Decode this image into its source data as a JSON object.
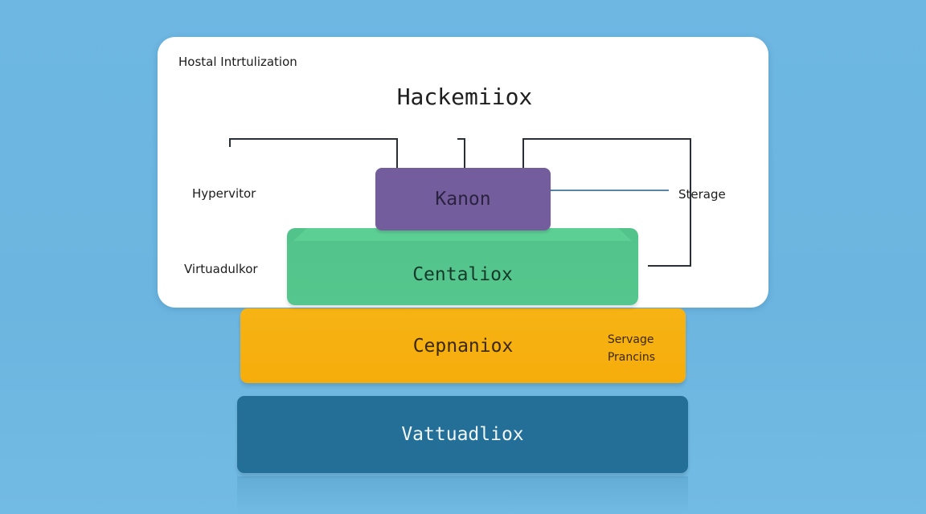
{
  "panel": {
    "caption": "Hostal Intrtulization",
    "title": "Hackemiiox"
  },
  "labels": {
    "hypervitor": "Hypervitor",
    "virtuadulkor": "Virtuadulkor",
    "storage": "Sterage"
  },
  "layers": {
    "kanon": "Kanon",
    "centaliox": "Centaliox",
    "cepnaniox": "Cepnaniox",
    "cepnaniox_note": [
      "Servage",
      "Prancins"
    ],
    "vattuadliox": "Vattuadliox"
  },
  "colors": {
    "background": "#6db7e2",
    "panel": "#ffffff",
    "kanon": "#745d9c",
    "centaliox": "#52c48b",
    "cepnaniox": "#f5ad0b",
    "vattuadliox": "#236f98",
    "connector": "#2a2f36",
    "arrow": "#1f5f86"
  }
}
